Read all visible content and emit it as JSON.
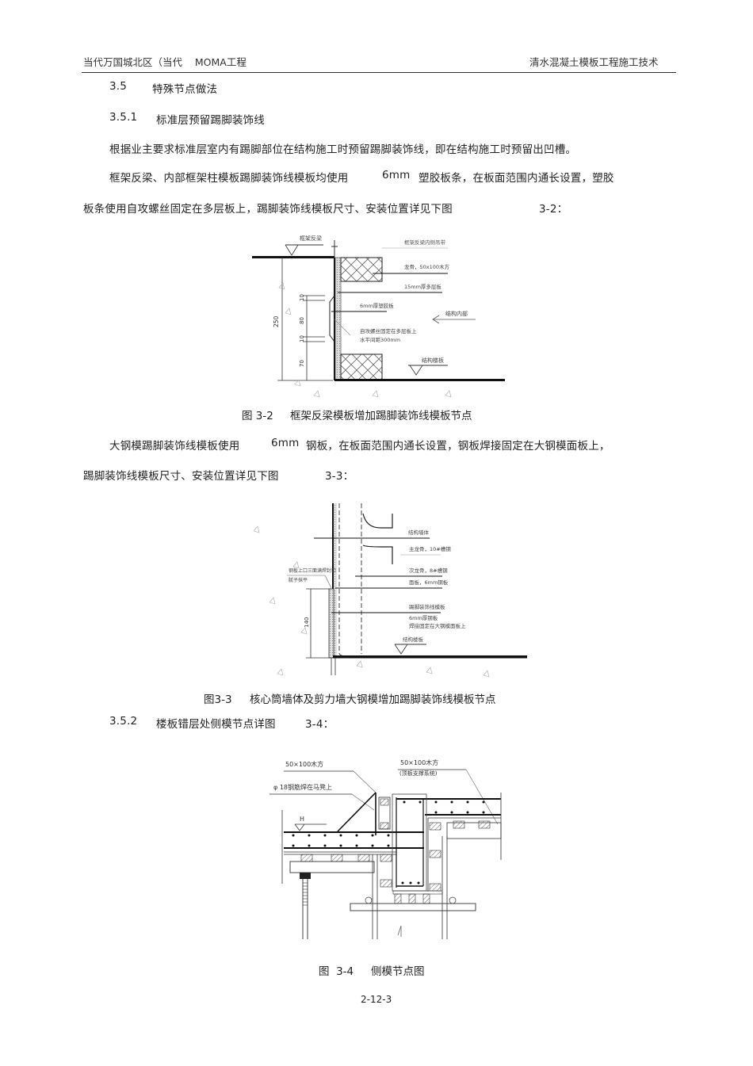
{
  "header": {
    "left": "当代万国城北区（当代    MOMA工程",
    "right": "清水混凝土模板工程施工技术"
  },
  "section_3_5": {
    "number": "3.5",
    "title": "特殊节点做法"
  },
  "section_3_5_1": {
    "number": "3.5.1",
    "title": "标准层预留踢脚装饰线",
    "para1": "根据业主要求标准层室内有踢脚部位在结构施工时预留踢脚装饰线，即在结构施工时预留出凹槽。",
    "para2_line1": "框架反梁、内部框架柱模板踢脚装饰线模板均使用",
    "para2_val": "6mm",
    "para2_line1b": "塑胶板条，在板面范围内通长设置，塑胶",
    "para2_line2": "板条使用自攻螺丝固定在多层板上，踢脚装饰线模板尺寸、安装位置详见下图",
    "para2_ref": "3-2："
  },
  "figure_3_2": {
    "labels": {
      "top_left": "框架反梁",
      "beam_inner": "框架反梁内侧吊带",
      "keel": "龙骨，50x100木方",
      "plywood": "15mm厚多层板",
      "plastic": "6mm厚塑胶板",
      "screw_line1": "自攻螺丝固定在多层板上",
      "screw_line2": "水平间距300mm",
      "interior": "结构内部",
      "floor": "结构楼板"
    },
    "dims": {
      "total": "250",
      "d10a": "10",
      "d80": "80",
      "d10b": "10",
      "d70": "70"
    },
    "caption_num": "图 3-2",
    "caption_text": "框架反梁模板增加踢脚装饰线模板节点"
  },
  "para_3_3": {
    "line1a": "大钢模踢脚装饰线模板使用",
    "line1_val": "6mm",
    "line1b": "钢板，在板面范围内通长设置，钢板焊接固定在大钢模面板上，",
    "line2": "踢脚装饰线模板尺寸、安装位置详见下图",
    "line2_ref": "3-3："
  },
  "figure_3_3": {
    "labels": {
      "wall": "结构墙体",
      "main_rib": "主龙骨，10#槽钢",
      "sub_rib": "次龙骨，8#槽钢",
      "panel": "面板，6mm钢板",
      "left_note1": "钢板上口三面满焊封口",
      "left_note2": "腻子抹平",
      "kick1": "踢脚装饰线模板",
      "kick2": "6mm厚钢板",
      "kick3": "焊接固定在大钢模面板上",
      "floor": "结构楼板"
    },
    "dims": {
      "height": "140"
    },
    "caption_num": "图3-3",
    "caption_text": "核心筒墙体及剪力墙大钢模增加踢脚装饰线模板节点"
  },
  "section_3_5_2": {
    "number": "3.5.2",
    "title": "楼板错层处侧模节点详图",
    "ref": "3-4："
  },
  "figure_3_4": {
    "labels": {
      "wood1": "50×100木方",
      "wood2": "50×100木方",
      "wood2_note": "(顶板支撑系统)",
      "rebar": "φ 18钢筋焊在马凳上",
      "level": "H"
    },
    "caption_num": "图  3-4",
    "caption_text": "侧模节点图"
  },
  "footer": {
    "page": "2-12-3"
  }
}
